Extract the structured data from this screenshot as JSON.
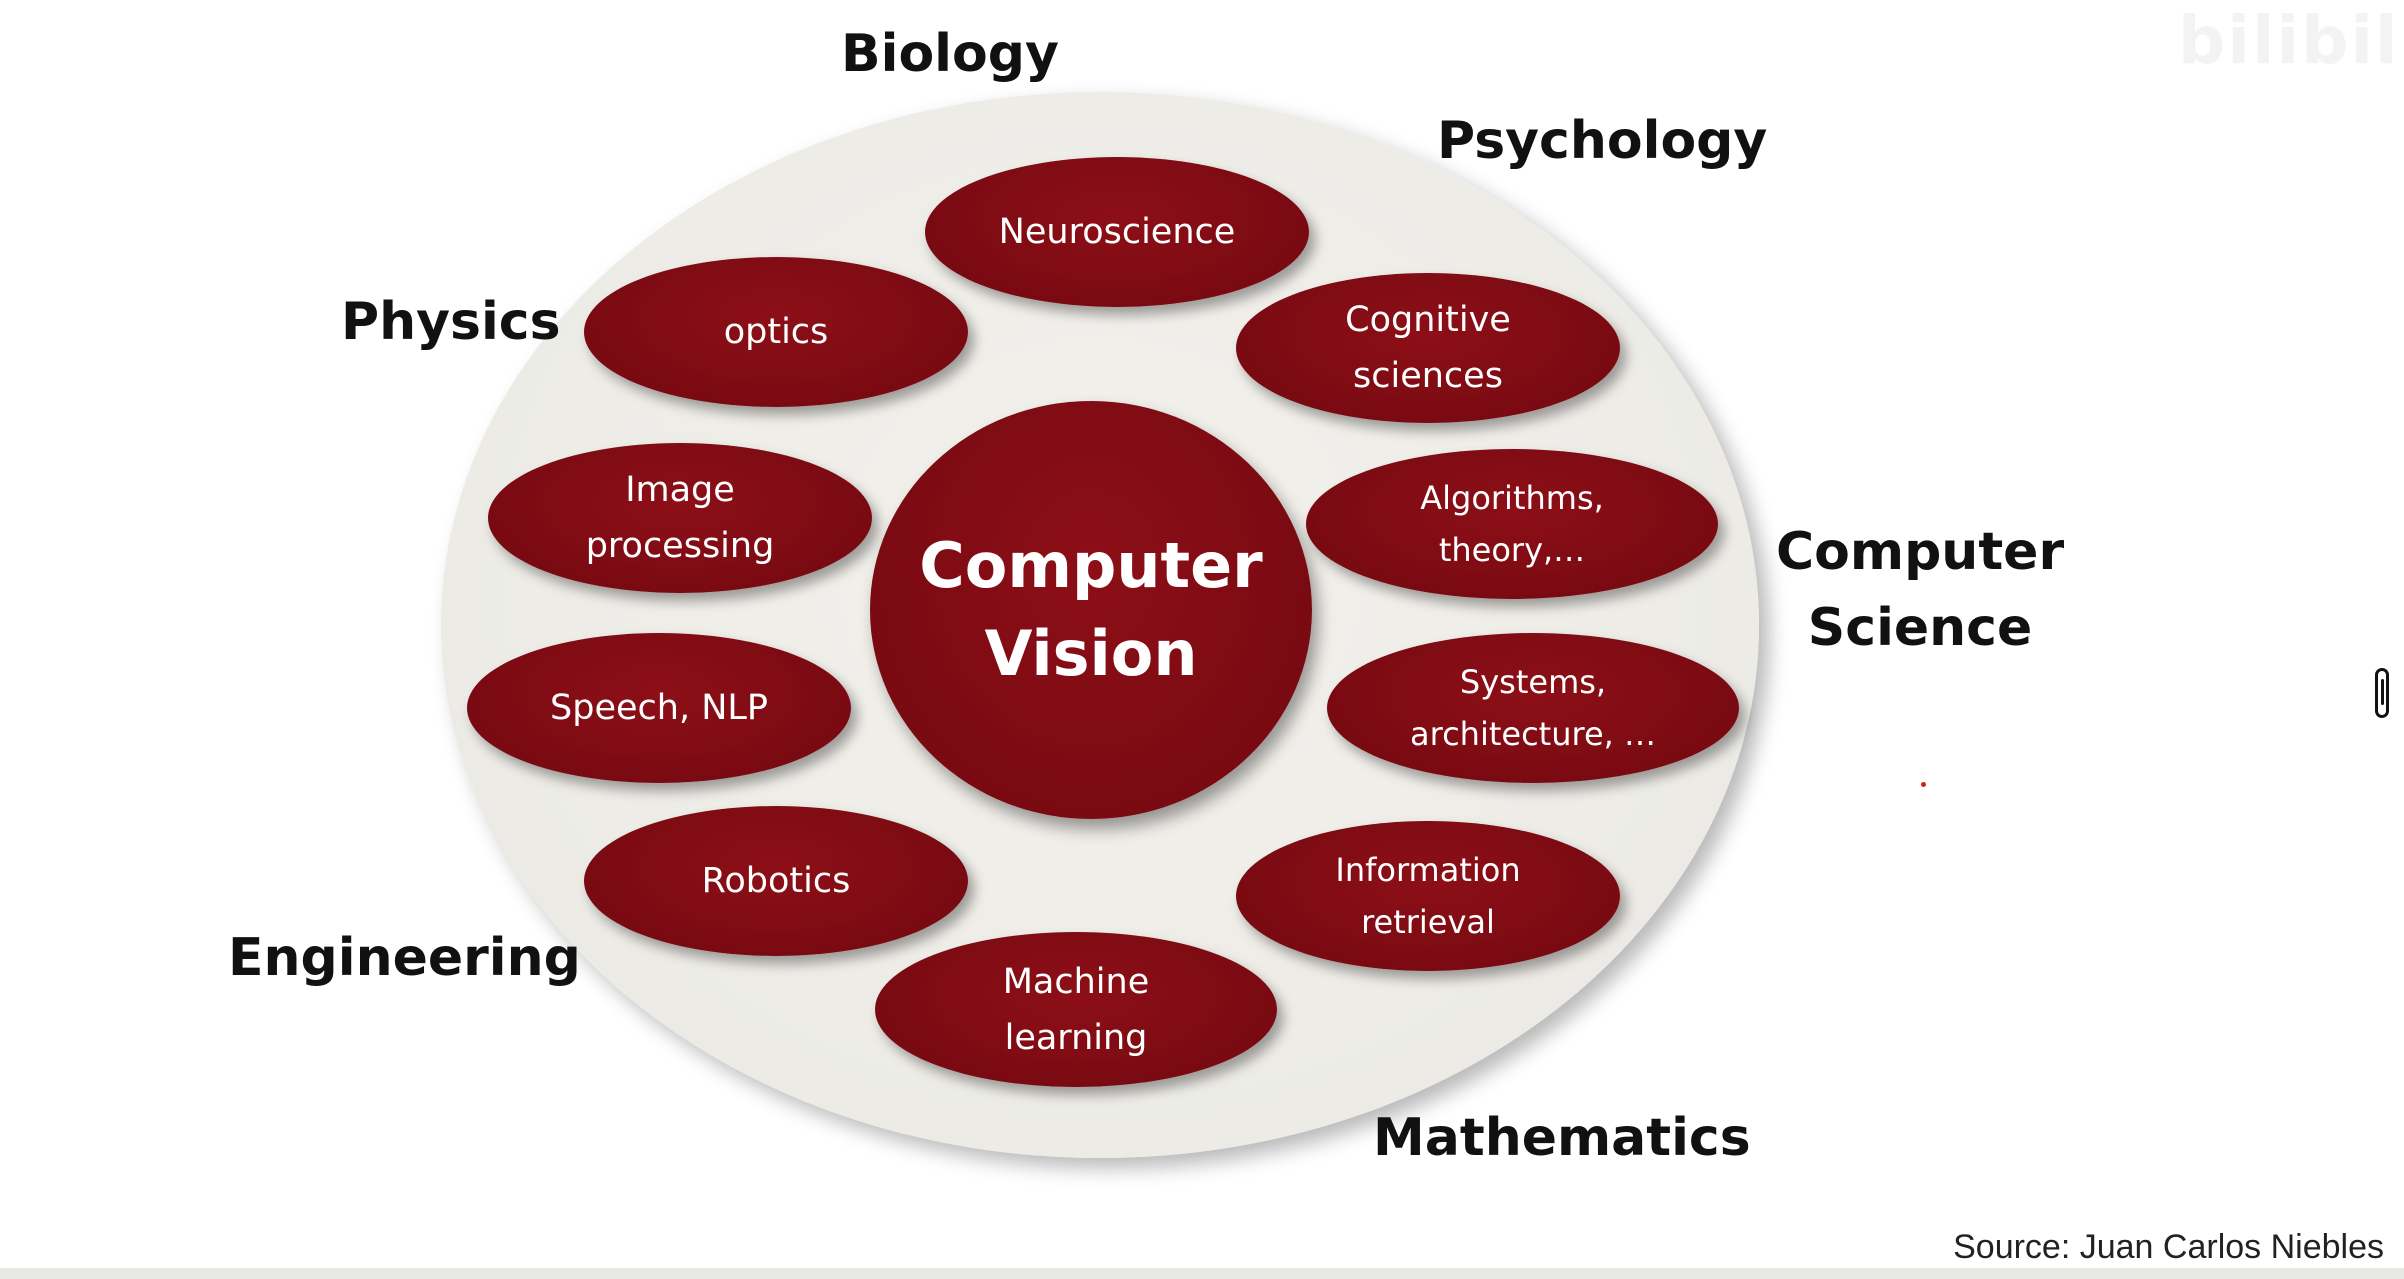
{
  "watermark": "bilibili",
  "center": "Computer\nVision",
  "fields": {
    "biology": "Biology",
    "psychology": "Psychology",
    "physics": "Physics",
    "computer_science": "Computer\nScience",
    "engineering": "Engineering",
    "mathematics": "Mathematics"
  },
  "topics": {
    "neuroscience": "Neuroscience",
    "cognitive": "Cognitive\nsciences",
    "optics": "optics",
    "image_processing": "Image\nprocessing",
    "algorithms": "Algorithms,\ntheory,…",
    "speech": "Speech, NLP",
    "systems": "Systems,\narchitecture, …",
    "robotics": "Robotics",
    "information_retrieval": "Information\nretrieval",
    "machine_learning": "Machine\nlearning"
  },
  "source": "Source: Juan Carlos Niebles",
  "colors": {
    "bubble": "#7a0a12",
    "background_ellipse": "#ecebe6",
    "text_dark": "#111111"
  }
}
